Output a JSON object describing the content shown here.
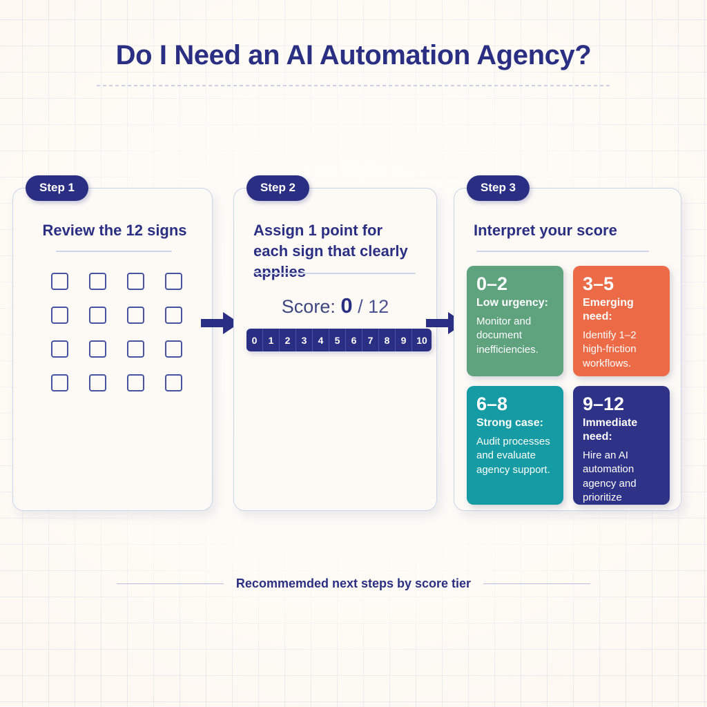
{
  "header": {
    "title": "Do I Need an AI Automation Agency?"
  },
  "steps": [
    {
      "badge": "Step 1",
      "heading": "Review the 12 signs",
      "checkbox_count": 16,
      "checkbox_state": "unchecked"
    },
    {
      "badge": "Step 2",
      "heading": "Assign 1 point for each sign that clearly applies",
      "score_label": "Score:",
      "score_value": "0",
      "score_separator": "/",
      "score_max": "12",
      "scale": [
        "0",
        "1",
        "2",
        "3",
        "4",
        "5",
        "6",
        "7",
        "8",
        "9",
        "10"
      ]
    },
    {
      "badge": "Step 3",
      "heading": "Interpret your score",
      "tiers": [
        {
          "range": "0–2",
          "label": "Low urgency:",
          "desc": "Monitor and document inefficiencies.",
          "color": "#5fa27e"
        },
        {
          "range": "3–5",
          "label": "Emerging need:",
          "desc": "Identify 1–2 high-friction workflows.",
          "color": "#ed6a46"
        },
        {
          "range": "6–8",
          "label": "Strong case:",
          "desc": "Audit processes and evaluate agency support.",
          "color": "#159ba3"
        },
        {
          "range": "9–12",
          "label": "Immediate need:",
          "desc": "Hire an AI automation agency and prioritize deployment.",
          "color": "#2e3387"
        }
      ]
    }
  ],
  "connectors": [
    {
      "icon": "arrow-right-icon",
      "color": "#2a2f83"
    },
    {
      "icon": "arrow-right-icon",
      "color": "#2a2f83"
    }
  ],
  "footer": {
    "caption": "Recommemded next steps by score tier"
  },
  "theme": {
    "background": "#fdf8f2",
    "navy": "#2a2f83",
    "card_bg": "#fdfaf6",
    "card_border": "#ccd4ea",
    "rule": "#cfd6ea"
  }
}
